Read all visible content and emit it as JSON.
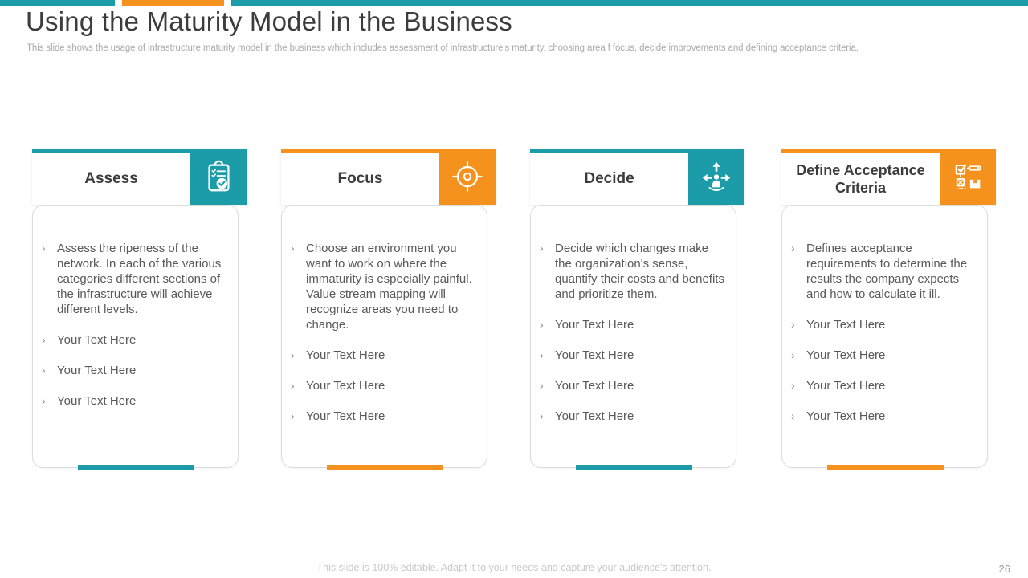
{
  "slide": {
    "title": "Using the Maturity Model in the Business",
    "subtitle": "This slide shows the usage of infrastructure maturity model in the business which includes assessment of infrastructure's maturity, choosing area f focus, decide improvements and defining acceptance criteria.",
    "footer": "This slide is 100% editable. Adapt it to your needs and capture your audience's attention.",
    "page_number": "26"
  },
  "colors": {
    "teal": "#1B9CA8",
    "orange": "#F5921E",
    "title_text": "#3C3C3C",
    "body_text": "#595959",
    "muted_text": "#ABABAB"
  },
  "columns": [
    {
      "title": "Assess",
      "accent": "teal",
      "icon": "clipboard-check-icon",
      "bullets": [
        "Assess the ripeness of the network. In each of the various categories different sections of the infrastructure will achieve different levels.",
        "Your Text Here",
        "Your Text Here",
        "Your Text Here"
      ]
    },
    {
      "title": "Focus",
      "accent": "orange",
      "icon": "target-icon",
      "bullets": [
        "Choose an environment you want to work on where the immaturity is especially painful. Value stream mapping will recognize areas you need to change.",
        "Your Text Here",
        "Your Text Here",
        "Your Text Here"
      ]
    },
    {
      "title": "Decide",
      "accent": "teal",
      "icon": "person-direction-arrows-icon",
      "bullets": [
        "Decide which changes make the organization's sense, quantify their costs and benefits and prioritize them.",
        "Your Text Here",
        "Your Text Here",
        "Your Text Here",
        "Your Text Here"
      ]
    },
    {
      "title": "Define Acceptance Criteria",
      "accent": "orange",
      "icon": "checklist-pencil-icon",
      "bullets": [
        "Defines acceptance requirements to determine the results the company expects and how to calculate it ill.",
        "Your Text Here",
        "Your Text Here",
        "Your Text Here",
        "Your Text Here"
      ]
    }
  ]
}
